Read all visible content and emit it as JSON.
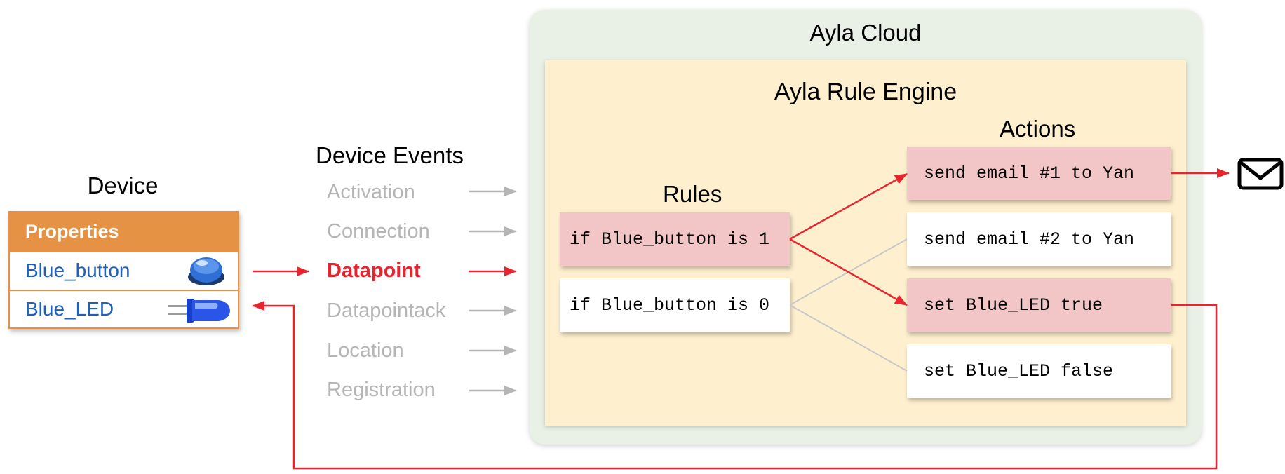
{
  "device": {
    "title": "Device",
    "properties_header": "Properties",
    "properties": [
      {
        "name": "Blue_button",
        "icon": "blue-button-icon"
      },
      {
        "name": "Blue_LED",
        "icon": "blue-led-icon"
      }
    ]
  },
  "events": {
    "title": "Device Events",
    "items": [
      {
        "label": "Activation",
        "active": false
      },
      {
        "label": "Connection",
        "active": false
      },
      {
        "label": "Datapoint",
        "active": true
      },
      {
        "label": "Datapointack",
        "active": false
      },
      {
        "label": "Location",
        "active": false
      },
      {
        "label": "Registration",
        "active": false
      }
    ]
  },
  "cloud": {
    "title": "Ayla Cloud",
    "engine_title": "Ayla Rule Engine",
    "rules_title": "Rules",
    "actions_title": "Actions",
    "rules": [
      {
        "text": "if Blue_button is 1",
        "highlighted": true
      },
      {
        "text": "if Blue_button is 0",
        "highlighted": false
      }
    ],
    "actions": [
      {
        "text": "send email #1 to Yan",
        "highlighted": true
      },
      {
        "text": "send email #2 to Yan",
        "highlighted": false
      },
      {
        "text": "set Blue_LED true",
        "highlighted": true
      },
      {
        "text": "set Blue_LED false",
        "highlighted": false
      }
    ]
  },
  "email_icon": "envelope-icon",
  "colors": {
    "active": "#e8242e",
    "inactive": "#b5b5b5",
    "highlight_box": "#f2c5c6",
    "properties_header": "#e59244",
    "cloud_bg": "#e9f0e5",
    "engine_bg": "#fef0cf",
    "property_text": "#1f5fbf"
  }
}
